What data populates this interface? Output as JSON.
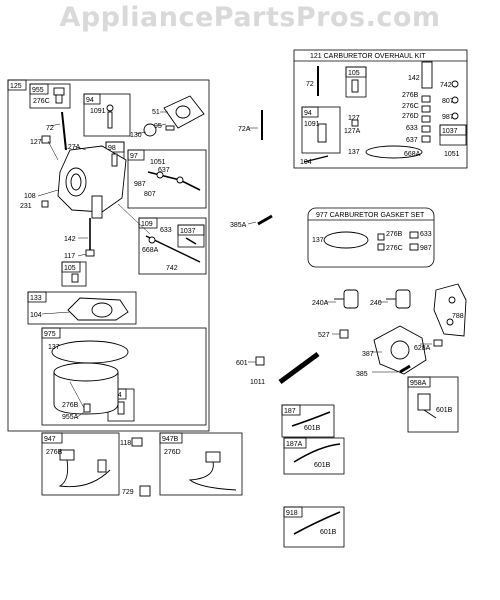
{
  "watermark": "AppliancePartsPros.com",
  "boxes": {
    "b125": "125",
    "b955": "955",
    "b94": "94",
    "b98": "98",
    "b97": "97",
    "b109": "109",
    "b1037": "1037",
    "b105": "105",
    "b133": "133",
    "b975": "975",
    "b254": "254",
    "b947": "947",
    "b947b": "947B",
    "b187": "187",
    "b187a": "187A",
    "b918": "918",
    "b958a": "958A",
    "kit": "121 CARBURETOR OVERHAUL KIT",
    "kit94": "94",
    "kit105": "105",
    "kit1037": "1037",
    "gasket": "977 CARBURETOR GASKET SET"
  },
  "parts": [
    {
      "id": "276c-a",
      "text": "276C"
    },
    {
      "id": "72",
      "text": "72"
    },
    {
      "id": "127",
      "text": "127"
    },
    {
      "id": "127a",
      "text": "127A"
    },
    {
      "id": "1091",
      "text": "1091"
    },
    {
      "id": "51",
      "text": "51"
    },
    {
      "id": "95",
      "text": "95"
    },
    {
      "id": "130",
      "text": "130"
    },
    {
      "id": "72a",
      "text": "72A"
    },
    {
      "id": "1051",
      "text": "1051"
    },
    {
      "id": "637",
      "text": "637"
    },
    {
      "id": "987",
      "text": "987"
    },
    {
      "id": "807",
      "text": "807"
    },
    {
      "id": "108",
      "text": "108"
    },
    {
      "id": "231",
      "text": "231"
    },
    {
      "id": "633",
      "text": "633"
    },
    {
      "id": "668a",
      "text": "668A"
    },
    {
      "id": "742",
      "text": "742"
    },
    {
      "id": "142",
      "text": "142"
    },
    {
      "id": "117",
      "text": "117"
    },
    {
      "id": "104",
      "text": "104"
    },
    {
      "id": "137",
      "text": "137"
    },
    {
      "id": "276b",
      "text": "276B"
    },
    {
      "id": "955a",
      "text": "955A"
    },
    {
      "id": "385a",
      "text": "385A"
    },
    {
      "id": "276b-b",
      "text": "276B"
    },
    {
      "id": "118",
      "text": "118"
    },
    {
      "id": "729",
      "text": "729"
    },
    {
      "id": "276d",
      "text": "276D"
    },
    {
      "id": "k72",
      "text": "72"
    },
    {
      "id": "k142",
      "text": "142"
    },
    {
      "id": "k742",
      "text": "742"
    },
    {
      "id": "k276b",
      "text": "276B"
    },
    {
      "id": "k807",
      "text": "807"
    },
    {
      "id": "k276c",
      "text": "276C"
    },
    {
      "id": "k276d",
      "text": "276D"
    },
    {
      "id": "k987",
      "text": "987"
    },
    {
      "id": "k1091",
      "text": "1091"
    },
    {
      "id": "k127",
      "text": "127"
    },
    {
      "id": "k127a",
      "text": "127A"
    },
    {
      "id": "k633",
      "text": "633"
    },
    {
      "id": "k637",
      "text": "637"
    },
    {
      "id": "k137",
      "text": "137"
    },
    {
      "id": "k668a",
      "text": "668A"
    },
    {
      "id": "k104",
      "text": "104"
    },
    {
      "id": "k1051",
      "text": "1051"
    },
    {
      "id": "g137",
      "text": "137"
    },
    {
      "id": "g276b",
      "text": "276B"
    },
    {
      "id": "g633",
      "text": "633"
    },
    {
      "id": "g276c",
      "text": "276C"
    },
    {
      "id": "g987",
      "text": "987"
    },
    {
      "id": "240a",
      "text": "240A"
    },
    {
      "id": "240",
      "text": "240"
    },
    {
      "id": "788",
      "text": "788"
    },
    {
      "id": "527",
      "text": "527"
    },
    {
      "id": "387",
      "text": "387"
    },
    {
      "id": "628a",
      "text": "628A"
    },
    {
      "id": "601",
      "text": "601"
    },
    {
      "id": "1011",
      "text": "1011"
    },
    {
      "id": "385",
      "text": "385"
    },
    {
      "id": "601b-a",
      "text": "601B"
    },
    {
      "id": "601b-b",
      "text": "601B"
    },
    {
      "id": "601b-c",
      "text": "601B"
    },
    {
      "id": "601b-d",
      "text": "601B"
    }
  ]
}
